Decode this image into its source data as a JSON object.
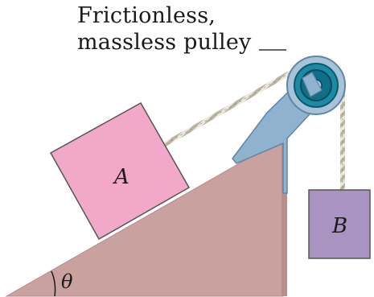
{
  "caption": {
    "line1": "Frictionless,",
    "line2": "massless pulley"
  },
  "labels": {
    "block_a": "A",
    "block_b": "B",
    "angle": "θ"
  },
  "colors": {
    "incline": "#c9a2a0",
    "block_a": "#f2a9c9",
    "block_b": "#a993c0",
    "pulley_outer": "#a8c2d8",
    "pulley_inner": "#0e6f86",
    "bracket": "#8fb2cf",
    "rope": "#d9d6c6"
  }
}
